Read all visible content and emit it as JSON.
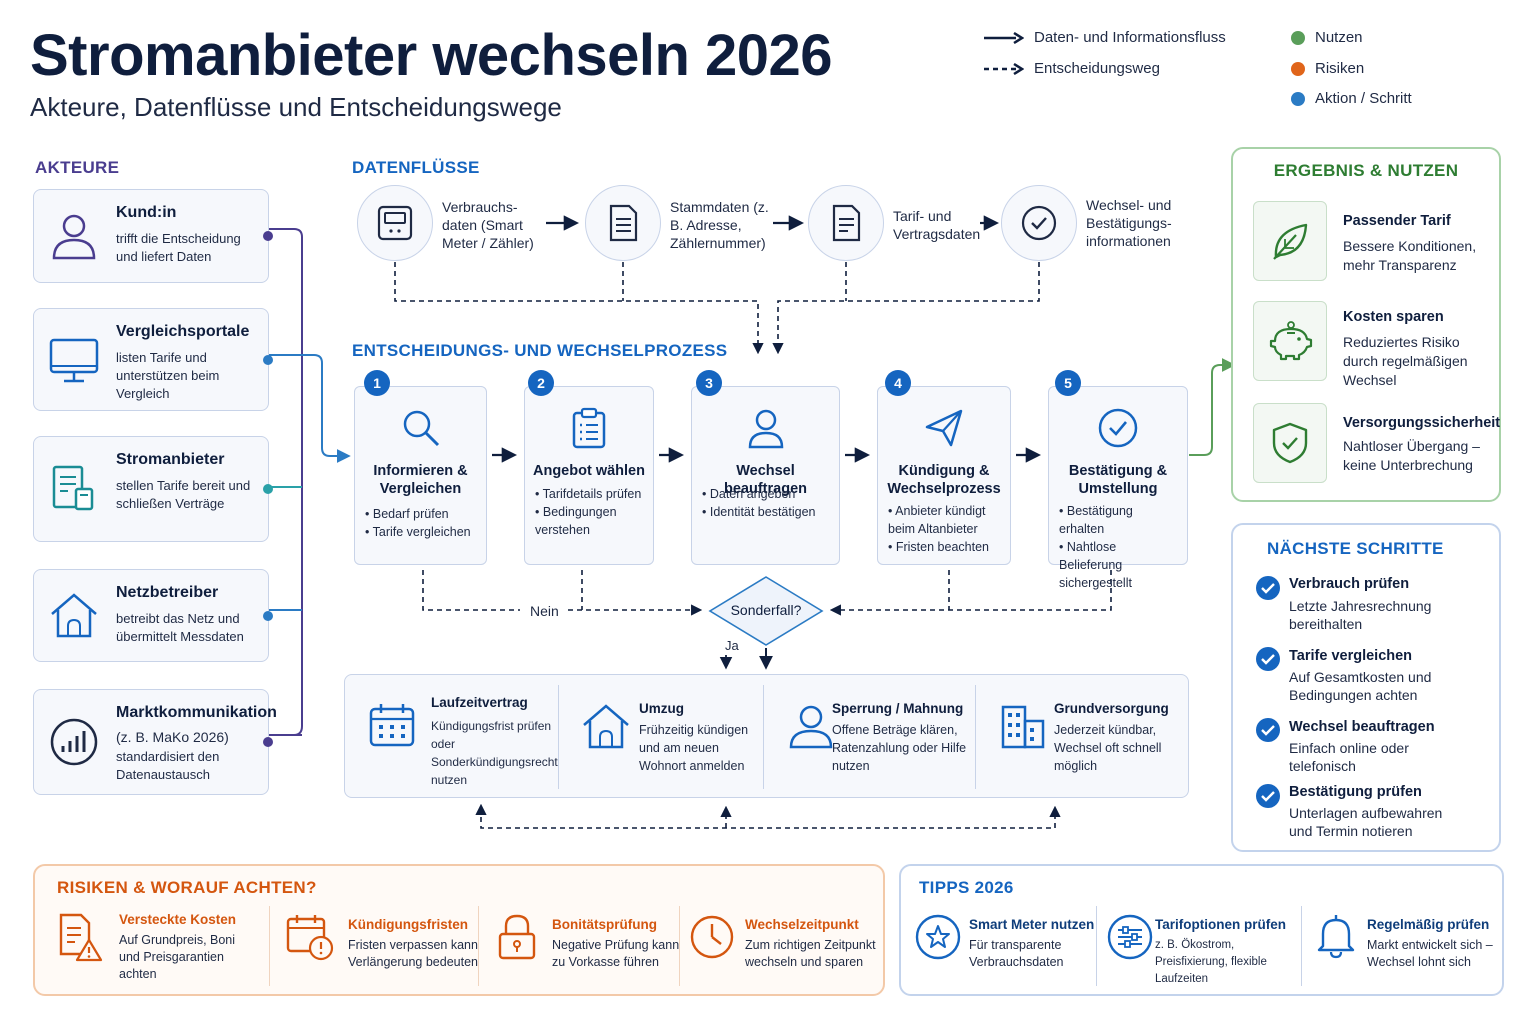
{
  "header": {
    "title": "Stromanbieter wechseln 2026",
    "subtitle": "Akteure, Datenflüsse und Entscheidungswege"
  },
  "legend": {
    "data_flow": "Daten- und Informationsfluss",
    "decision_path": "Entscheidungsweg",
    "benefits": "Nutzen",
    "risks": "Risiken",
    "action": "Aktion / Schritt",
    "colors": {
      "benefits": "#5a9e5a",
      "risks": "#e0651a",
      "action": "#2b7bc4"
    }
  },
  "actors": {
    "heading": "AKTEURE",
    "items": [
      {
        "title": "Kund:in",
        "desc": "trifft die Entscheidung und liefert Daten",
        "icon": "person-icon"
      },
      {
        "title": "Vergleichsportale",
        "desc": "listen Tarife und unterstützen beim Vergleich",
        "icon": "monitor-icon"
      },
      {
        "title": "Stromanbieter",
        "desc": "stellen Tarife bereit und schließen Verträge",
        "icon": "document-icon"
      },
      {
        "title": "Netzbetreiber",
        "desc": "betreibt das Netz und übermittelt Messdaten",
        "icon": "house-icon"
      },
      {
        "title": "Marktkommunikation",
        "subtitle": "(z. B. MaKo 2026)",
        "desc": "standardisiert den Datenaustausch",
        "icon": "chart-icon"
      }
    ]
  },
  "dataflows": {
    "heading": "DATENFLÜSSE",
    "items": [
      {
        "label": "Verbrauchs-daten (Smart Meter / Zähler)",
        "icon": "meter-icon"
      },
      {
        "label": "Stammdaten (z. B. Adresse, Zählernummer)",
        "icon": "document-icon"
      },
      {
        "label": "Tarif- und Vertragsdaten",
        "icon": "document-icon"
      },
      {
        "label": "Wechsel- und Bestätigungs-informationen",
        "icon": "check-circle-icon"
      }
    ]
  },
  "process": {
    "heading": "ENTSCHEIDUNGS- UND WECHSELPROZESS",
    "steps": [
      {
        "num": "1",
        "title": "Informieren & Vergleichen",
        "bullets": [
          "Bedarf prüfen",
          "Tarife vergleichen"
        ],
        "icon": "search-icon"
      },
      {
        "num": "2",
        "title": "Angebot wählen",
        "bullets": [
          "Tarifdetails prüfen",
          "Bedingungen verstehen"
        ],
        "icon": "clipboard-icon"
      },
      {
        "num": "3",
        "title": "Wechsel beauftragen",
        "bullets": [
          "Daten angeben",
          "Identität bestätigen"
        ],
        "icon": "person-icon"
      },
      {
        "num": "4",
        "title": "Kündigung & Wechselprozess",
        "bullets": [
          "Anbieter kündigt beim Altanbieter",
          "Fristen beachten"
        ],
        "icon": "paper-plane-icon"
      },
      {
        "num": "5",
        "title": "Bestätigung & Umstellung",
        "bullets": [
          "Bestätigung erhalten",
          "Nahtlose Belieferung sichergestellt"
        ],
        "icon": "check-circle-icon"
      }
    ],
    "decision": {
      "label": "Sonderfall?",
      "no": "Nein",
      "yes": "Ja"
    }
  },
  "special_cases": [
    {
      "title": "Laufzeitvertrag",
      "desc": "Kündigungsfrist prüfen oder Sonderkündigungsrecht nutzen",
      "icon": "calendar-icon"
    },
    {
      "title": "Umzug",
      "desc": "Frühzeitig kündigen und am neuen Wohnort anmelden",
      "icon": "house-icon"
    },
    {
      "title": "Sperrung / Mahnung",
      "desc": "Offene Beträge klären, Ratenzahlung oder Hilfe nutzen",
      "icon": "person-icon"
    },
    {
      "title": "Grundversorgung",
      "desc": "Jederzeit kündbar, Wechsel oft schnell möglich",
      "icon": "building-icon"
    }
  ],
  "results": {
    "heading": "ERGEBNIS & NUTZEN",
    "items": [
      {
        "title": "Passender Tarif",
        "desc": "Bessere Konditionen, mehr Transparenz",
        "icon": "leaf-icon"
      },
      {
        "title": "Kosten sparen",
        "desc": "Reduziertes Risiko durch regelmäßigen Wechsel",
        "icon": "piggy-bank-icon"
      },
      {
        "title": "Versorgungssicherheit",
        "desc": "Nahtloser Übergang – keine Unterbrechung",
        "icon": "shield-check-icon"
      }
    ]
  },
  "next_steps": {
    "heading": "NÄCHSTE SCHRITTE",
    "items": [
      {
        "title": "Verbrauch prüfen",
        "desc": "Letzte Jahresrechnung bereithalten"
      },
      {
        "title": "Tarife vergleichen",
        "desc": "Auf Gesamtkosten und Bedingungen achten"
      },
      {
        "title": "Wechsel beauftragen",
        "desc": "Einfach online oder telefonisch"
      },
      {
        "title": "Bestätigung prüfen",
        "desc": "Unterlagen aufbewahren und Termin notieren"
      }
    ]
  },
  "risks": {
    "heading": "RISIKEN & WORAUF ACHTEN?",
    "items": [
      {
        "title": "Versteckte Kosten",
        "desc": "Auf Grundpreis, Boni und Preisgarantien achten",
        "icon": "document-warning-icon"
      },
      {
        "title": "Kündigungsfristen",
        "desc": "Fristen verpassen kann Verlängerung bedeuten",
        "icon": "calendar-alert-icon"
      },
      {
        "title": "Bonitätsprüfung",
        "desc": "Negative Prüfung kann zu Vorkasse führen",
        "icon": "lock-icon"
      },
      {
        "title": "Wechselzeitpunkt",
        "desc": "Zum richtigen Zeitpunkt wechseln und sparen",
        "icon": "clock-icon"
      }
    ]
  },
  "tips": {
    "heading": "TIPPS 2026",
    "items": [
      {
        "title": "Smart Meter nutzen",
        "desc": "Für transparente Verbrauchsdaten",
        "icon": "star-icon"
      },
      {
        "title": "Tarifoptionen prüfen",
        "desc": "z. B. Ökostrom, Preisfixierung, flexible Laufzeiten",
        "icon": "sliders-icon"
      },
      {
        "title": "Regelmäßig prüfen",
        "desc": "Markt entwickelt sich – Wechsel lohnt sich",
        "icon": "bell-icon"
      }
    ]
  }
}
